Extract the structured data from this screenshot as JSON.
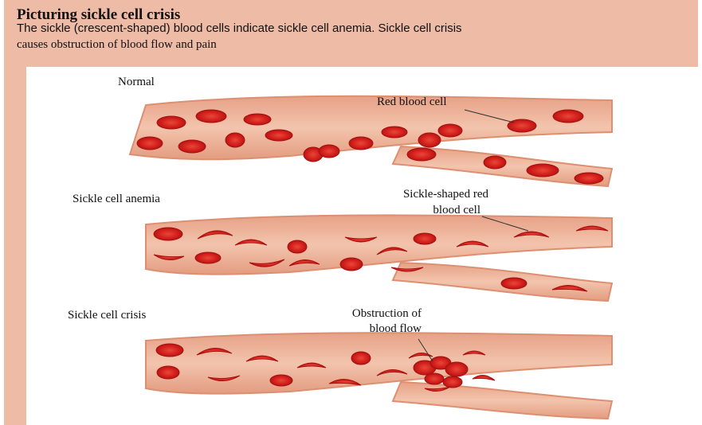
{
  "figure": {
    "title": "Picturing sickle cell crisis",
    "description_line1": "The sickle (crescent-shaped) blood cells indicate sickle cell anemia. Sickle cell crisis",
    "description_line2": "causes obstruction of blood flow and pain"
  },
  "panels": [
    {
      "id": "normal",
      "label": "Normal",
      "callout_line1": "Red blood cell",
      "callout_line2": ""
    },
    {
      "id": "anemia",
      "label": "Sickle cell anemia",
      "callout_line1": "Sickle-shaped red",
      "callout_line2": "blood cell"
    },
    {
      "id": "crisis",
      "label": "Sickle cell crisis",
      "callout_line1": "Obstruction of",
      "callout_line2": "blood flow"
    }
  ],
  "colors": {
    "frame": "#eebba6",
    "vessel_wall": "#e9ad92",
    "vessel_lumen": "#f4c9b4",
    "cell": "#d3201c",
    "cell_dark": "#a5100f",
    "cell_center": "#e8473a"
  }
}
